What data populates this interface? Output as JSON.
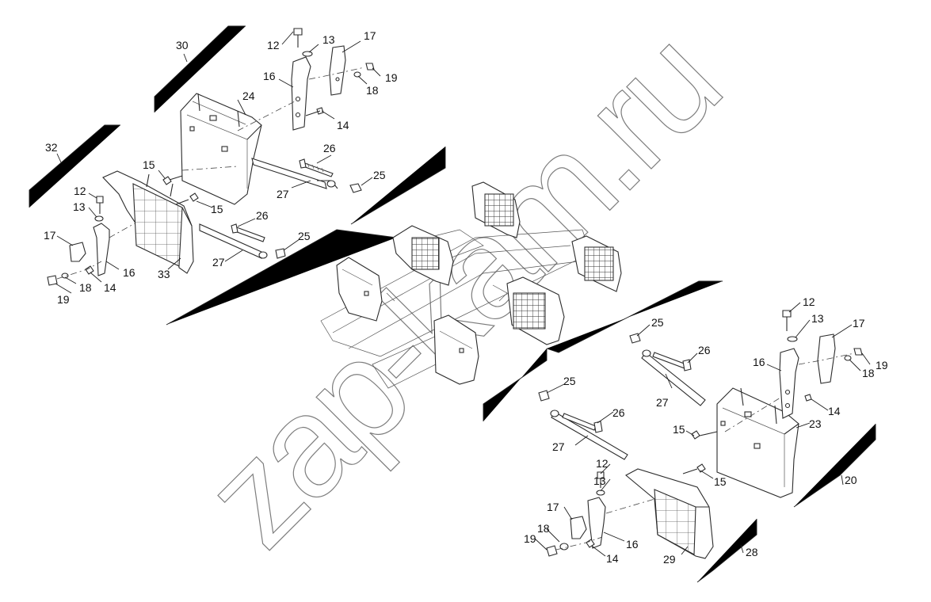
{
  "watermark": "zap-kam.ru",
  "callouts": {
    "c12a": "12",
    "c13a": "13",
    "c17a": "17",
    "c19a": "19",
    "c18a": "18",
    "c16a": "16",
    "c14a": "14",
    "c24": "24",
    "c30": "30",
    "c26a": "26",
    "c15a": "15",
    "c27a": "27",
    "c25a": "25",
    "c32": "32",
    "c12b": "12",
    "c13b": "13",
    "c15b": "15",
    "c26b": "26",
    "c17b": "17",
    "c25b": "25",
    "c27b": "27",
    "c16b": "16",
    "c33": "33",
    "c18b": "18",
    "c14b": "14",
    "c19b": "19",
    "c12c": "12",
    "c13c": "13",
    "c17c": "17",
    "c25c": "25",
    "c26c": "26",
    "c16c": "16",
    "c19c": "19",
    "c18c": "18",
    "c27c": "27",
    "c14c": "14",
    "c23": "23",
    "c15c": "15",
    "c20": "20",
    "c25d": "25",
    "c26d": "26",
    "c27d": "27",
    "c12d": "12",
    "c13d": "13",
    "c15d": "15",
    "c17d": "17",
    "c16d": "16",
    "c18d": "18",
    "c19d": "19",
    "c14d": "14",
    "c29": "29",
    "c28": "28"
  }
}
